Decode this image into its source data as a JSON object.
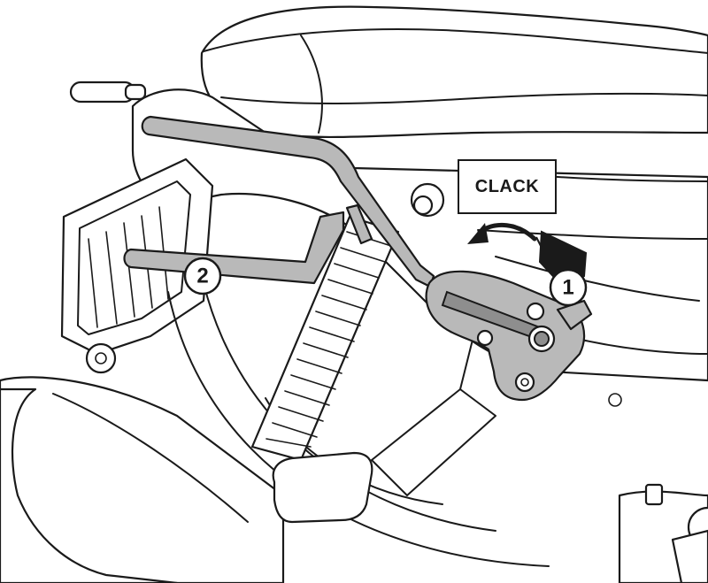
{
  "annotations": {
    "clack_label": "CLACK",
    "callout_1": "1",
    "callout_2": "2"
  },
  "colors": {
    "line": "#1a1a1a",
    "rack_fill": "#b9b9b9",
    "background": "#ffffff"
  }
}
